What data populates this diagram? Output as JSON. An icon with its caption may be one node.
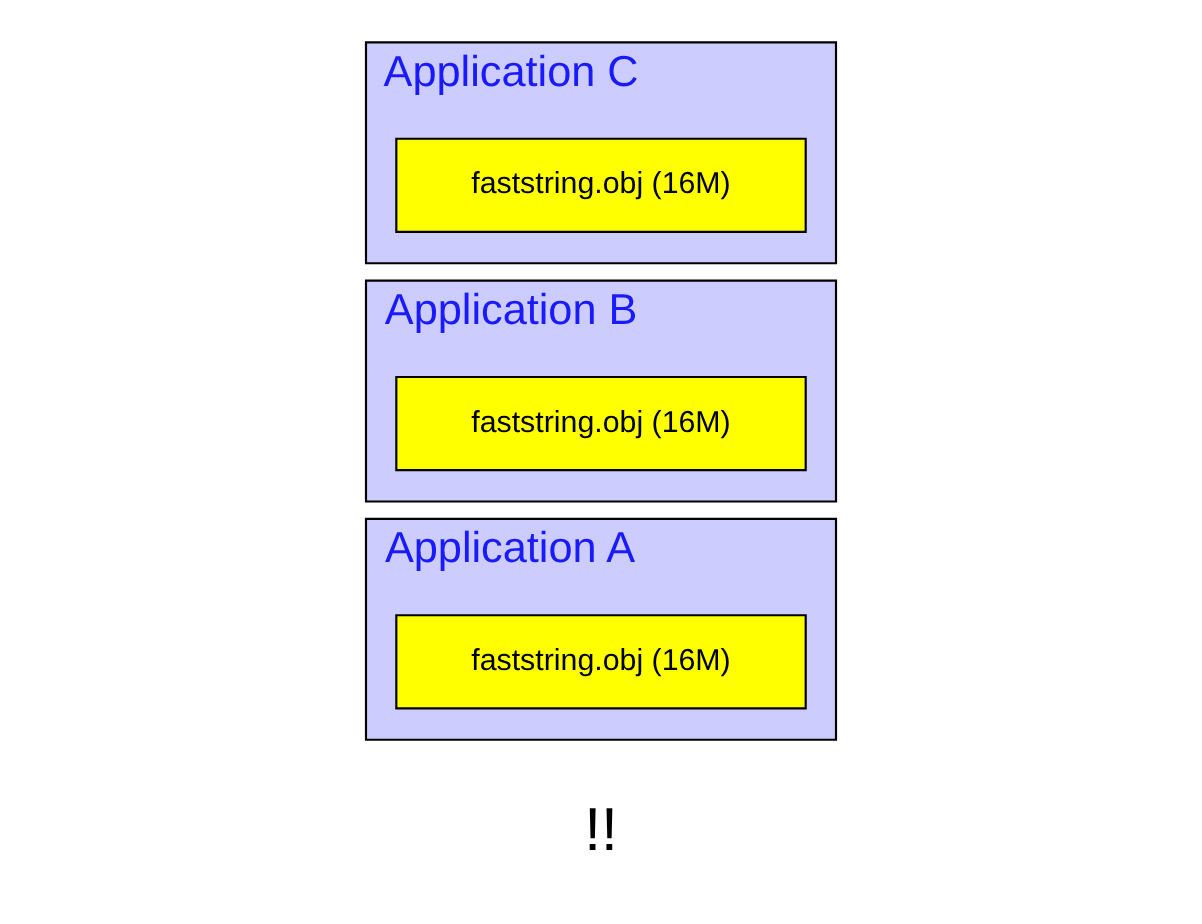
{
  "diagram": {
    "nodes": [
      {
        "text": [
          "Application A"
        ]
      },
      {
        "text": [
          "faststring.obj (16M)"
        ],
        "in": 0
      },
      {
        "text": [
          "Application B"
        ]
      },
      {
        "text": [
          "faststring.obj (16M)"
        ],
        "in": 2
      },
      {
        "text": [
          "Application C"
        ]
      },
      {
        "text": [
          "faststring.obj (16M)"
        ],
        "in": 4
      }
    ],
    "edges": [],
    "labels": [
      "!!"
    ]
  }
}
